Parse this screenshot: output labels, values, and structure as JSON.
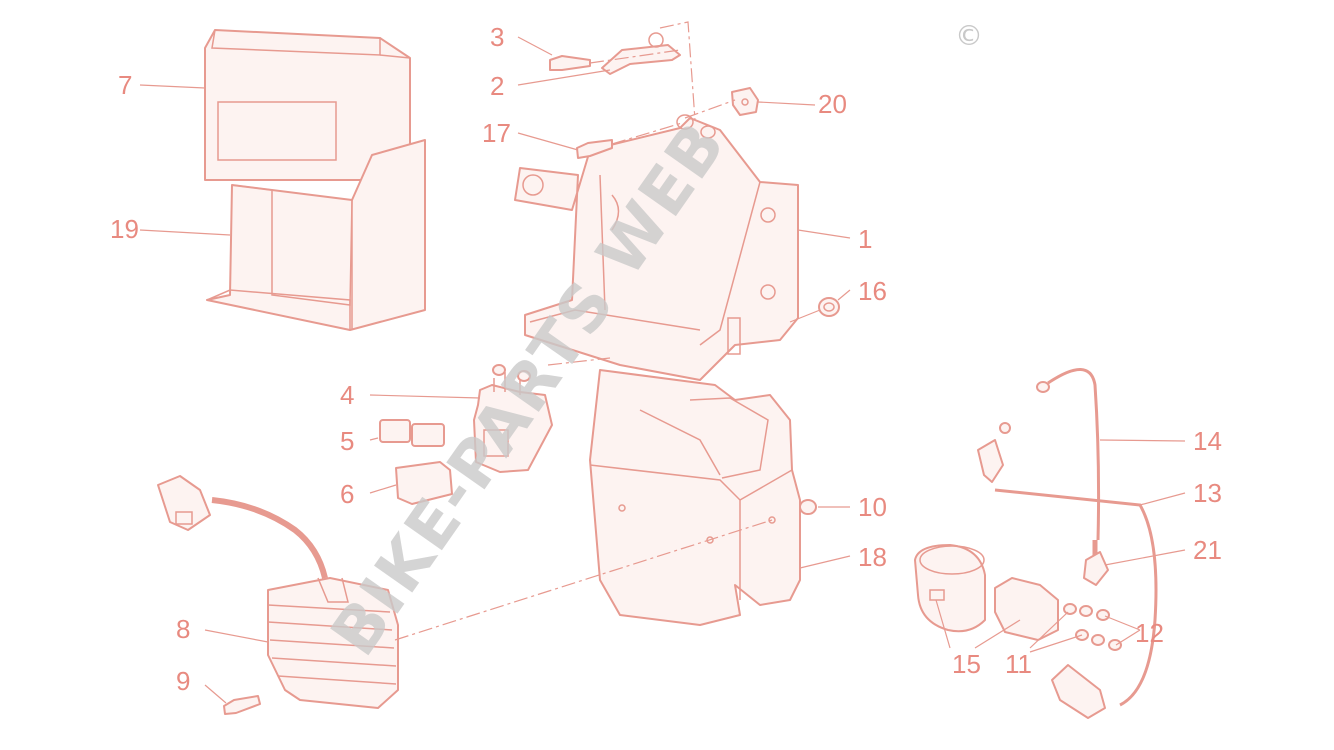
{
  "watermark": {
    "text": "BIKE-PARTS WEB",
    "symbol": "©"
  },
  "callouts": [
    "1",
    "2",
    "3",
    "4",
    "5",
    "6",
    "7",
    "8",
    "9",
    "10",
    "11",
    "12",
    "13",
    "14",
    "15",
    "16",
    "17",
    "18",
    "19",
    "20",
    "21"
  ],
  "colors": {
    "line": "#e79a90",
    "label": "#e88a80",
    "fill": "#fdf3f1",
    "watermark": "#c9c9c9"
  }
}
